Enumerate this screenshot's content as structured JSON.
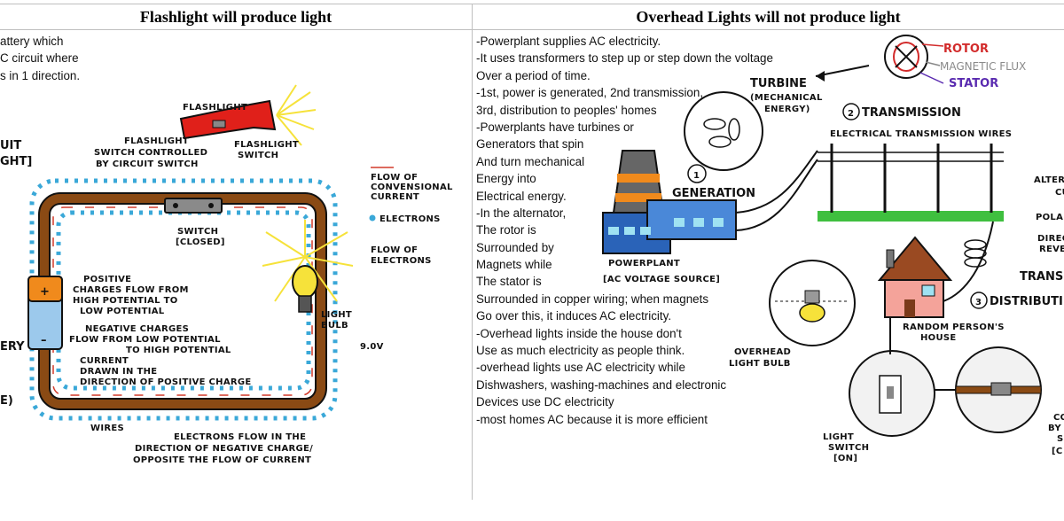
{
  "headers": {
    "left": "Flashlight will produce light",
    "right": "Overhead Lights will not produce light"
  },
  "left_text": [
    "attery which",
    "C circuit where",
    "s in 1 direction."
  ],
  "right_text": [
    "-Powerplant supplies AC electricity.",
    "-It uses transformers to step up or step down the voltage",
    "Over a period of time.",
    "-1st, power is generated, 2nd transmission,",
    "3rd, distribution to peoples' homes",
    "-Powerplants have turbines or",
    "Generators that spin",
    "And turn mechanical",
    "Energy into",
    "Electrical energy.",
    "-In the alternator,",
    "The rotor is",
    "Surrounded by",
    "Magnets while",
    "The stator is",
    "Surrounded in copper wiring; when magnets",
    "Go over this, it induces AC electricity.",
    "-Overhead lights inside the house don't",
    "Use as much electricity as people think.",
    "-overhead lights use AC electricity while",
    "Dishwashers, washing-machines and electronic",
    "Devices use DC electricity",
    "-most homes AC because it is more efficient"
  ],
  "left_diagram": {
    "flashlight": "FLASHLIGHT",
    "flashlight_switch": [
      "FLASHLIGHT",
      "SWITCH"
    ],
    "switch_note": [
      "FLASHLIGHT",
      "SWITCH CONTROLLED",
      "BY CIRCUIT SWITCH"
    ],
    "circuit_cut": [
      "UIT",
      "GHT]"
    ],
    "switch_closed": [
      "SWITCH",
      "[CLOSED]"
    ],
    "legend_current": [
      "FLOW OF",
      "CONVENSIONAL",
      "CURRENT"
    ],
    "legend_electrons": "ELECTRONS",
    "legend_flow": [
      "FLOW OF",
      "ELECTRONS"
    ],
    "positive": [
      "POSITIVE",
      "CHARGES FLOW FROM",
      "HIGH POTENTIAL TO",
      "LOW POTENTIAL"
    ],
    "negative": [
      "NEGATIVE CHARGES",
      "FLOW FROM LOW POTENTIAL",
      "TO HIGH POTENTIAL"
    ],
    "current": [
      "CURRENT",
      "DRAWN IN THE",
      "DIRECTION OF POSITIVE CHARGE"
    ],
    "battery_cut": "ERY",
    "battery_cut2": "E)",
    "light_bulb": [
      "LIGHT",
      "BULB"
    ],
    "voltage": "9.0V",
    "wires": "WIRES",
    "electrons_flow": [
      "ELECTRONS FLOW IN THE",
      "DIRECTION OF NEGATIVE CHARGE/",
      "OPPOSITE THE FLOW OF CURRENT"
    ],
    "plus": "+",
    "minus": "–"
  },
  "right_diagram": {
    "rotor": "ROTOR",
    "magnetic_flux": "MAGNETIC FLUX",
    "stator": "STATOR",
    "turbine": [
      "TURBINE",
      "(MECHANICAL",
      "ENERGY)"
    ],
    "transmission_num": "2",
    "transmission": "TRANSMISSION",
    "wires": "ELECTRICAL TRANSMISSION WIRES",
    "generation_num": "1",
    "generation": "GENERATION",
    "alternator_cut": [
      "ALTER",
      "CU"
    ],
    "polar_cut": "POLAR",
    "direc_cut": [
      "DIREC",
      "REVE"
    ],
    "transformer_cut": "TRANSF",
    "powerplant": [
      "POWERPLANT",
      "[AC VOLTAGE SOURCE]"
    ],
    "distribution_num": "3",
    "distribution_cut": "DISTRIBUTI",
    "house": [
      "RANDOM PERSON'S",
      "HOUSE"
    ],
    "overhead": [
      "OVERHEAD",
      "LIGHT BULB"
    ],
    "light_switch": [
      "LIGHT",
      "SWITCH",
      "[ON]"
    ],
    "cut_right": [
      "CO",
      "BY",
      "S",
      "[C"
    ]
  },
  "colors": {
    "wire_brown": "#8a4a14",
    "electron_blue": "#3aa8d8",
    "current_red": "#d23a2a",
    "flashlight_red": "#e0201a",
    "battery_orange": "#f08a1c",
    "battery_blue": "#9cc9ec",
    "plant_blue": "#2a63b8",
    "grass_green": "#3fbf3f",
    "house_pink": "#f4a39a",
    "roof_brown": "#9a4a22",
    "rotor_red": "#d22b2b",
    "stator_purple": "#5a2bb0",
    "bulb_yellow": "#f6e23a"
  }
}
